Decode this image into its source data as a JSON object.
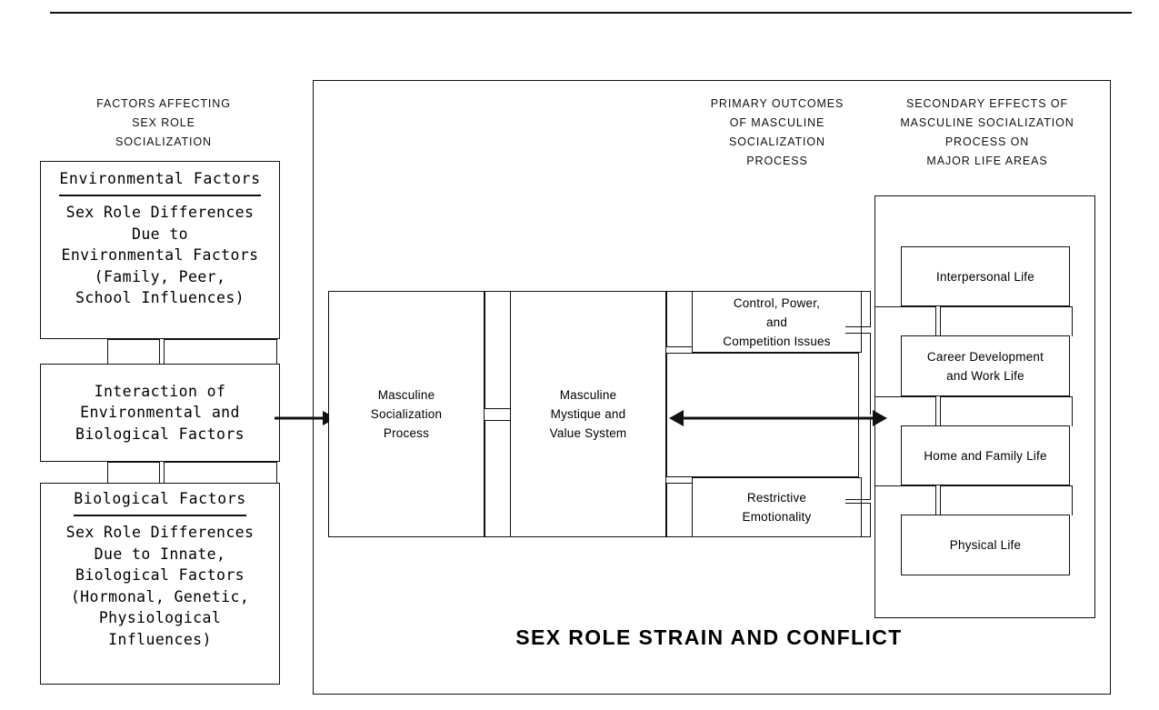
{
  "page": {
    "top_rule": true,
    "bottom_title": "SEX ROLE STRAIN AND CONFLICT"
  },
  "headings": {
    "left": "FACTORS AFFECTING\nSEX ROLE\nSOCIALIZATION",
    "left_l1": "FACTORS AFFECTING",
    "left_l2": "SEX ROLE",
    "left_l3": "SOCIALIZATION",
    "primary_l1": "PRIMARY OUTCOMES",
    "primary_l2": "OF MASCULINE",
    "primary_l3": "SOCIALIZATION",
    "primary_l4": "PROCESS",
    "secondary_l1": "SECONDARY EFFECTS OF",
    "secondary_l2": "MASCULINE SOCIALIZATION",
    "secondary_l3": "PROCESS ON",
    "secondary_l4": "MAJOR LIFE AREAS"
  },
  "left_column": {
    "environmental": {
      "title": "Environmental Factors",
      "body_l1": "Sex Role Differences",
      "body_l2": "Due to",
      "body_l3": "Environmental Factors",
      "body_l4": "(Family, Peer,",
      "body_l5": "School Influences)"
    },
    "interaction": {
      "l1": "Interaction of",
      "l2": "Environmental and",
      "l3": "Biological Factors"
    },
    "biological": {
      "title": "Biological Factors",
      "body_l1": "Sex Role Differences",
      "body_l2": "Due to Innate,",
      "body_l3": "Biological Factors",
      "body_l4": "(Hormonal, Genetic,",
      "body_l5": "Physiological",
      "body_l6": "Influences)"
    }
  },
  "center": {
    "socialization": {
      "l1": "Masculine",
      "l2": "Socialization",
      "l3": "Process"
    },
    "mystique": {
      "l1": "Masculine",
      "l2": "Mystique and",
      "l3": "Value System"
    },
    "control": {
      "l1": "Control, Power,",
      "l2": "and",
      "l3": "Competition Issues"
    },
    "restrictive": {
      "l1": "Restrictive",
      "l2": "Emotionality"
    }
  },
  "right_column": {
    "items": [
      {
        "label": "Interpersonal Life"
      },
      {
        "label": "Career Development\nand Work Life"
      },
      {
        "label": "Home and Family Life"
      },
      {
        "label": "Physical Life"
      }
    ],
    "career_l1": "Career Development",
    "career_l2": "and Work Life"
  },
  "colors": {
    "ink": "#111111",
    "paper": "#ffffff"
  }
}
